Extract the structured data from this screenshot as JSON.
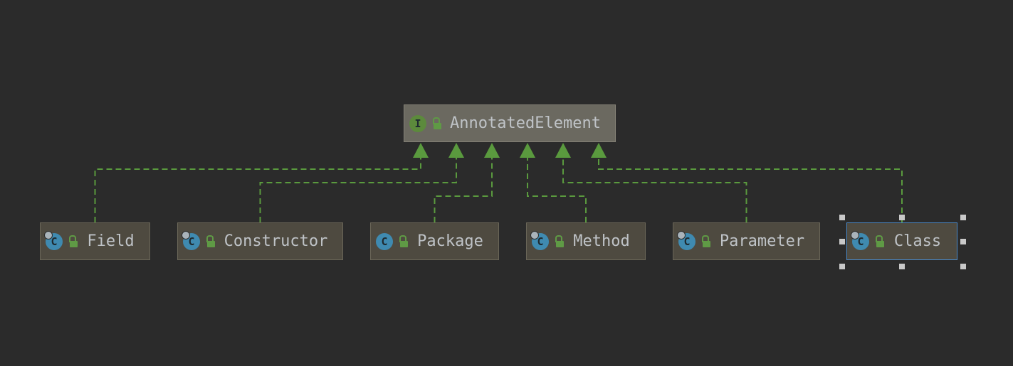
{
  "diagram": {
    "parent": {
      "id": "annotated-element",
      "name": "AnnotatedElement",
      "kind": "interface",
      "kind_letter": "I",
      "visibility": "public"
    },
    "children": [
      {
        "id": "field",
        "name": "Field",
        "kind": "class",
        "kind_letter": "C",
        "visibility": "public",
        "selected": false
      },
      {
        "id": "constructor",
        "name": "Constructor",
        "kind": "class",
        "kind_letter": "C",
        "visibility": "public",
        "selected": false
      },
      {
        "id": "package",
        "name": "Package",
        "kind": "class",
        "kind_letter": "C",
        "visibility": "public",
        "selected": false
      },
      {
        "id": "method",
        "name": "Method",
        "kind": "class",
        "kind_letter": "C",
        "visibility": "public",
        "selected": false
      },
      {
        "id": "parameter",
        "name": "Parameter",
        "kind": "class",
        "kind_letter": "C",
        "visibility": "public",
        "selected": false
      },
      {
        "id": "class",
        "name": "Class",
        "kind": "class",
        "kind_letter": "C",
        "visibility": "public",
        "selected": true
      }
    ],
    "relation": "implements",
    "colors": {
      "background": "#2b2b2b",
      "edge": "#5a9a3e",
      "selection": "#4a88c7"
    }
  }
}
